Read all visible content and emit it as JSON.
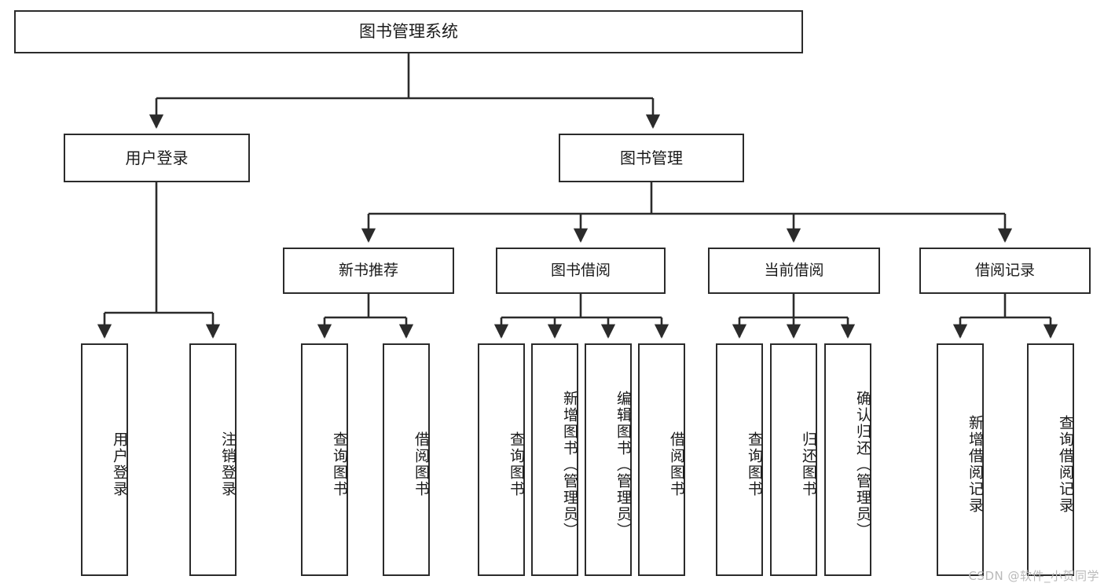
{
  "diagram": {
    "title": "图书管理系统",
    "type": "tree-hierarchy",
    "root": {
      "id": "root",
      "label": "图书管理系统"
    },
    "level2": [
      {
        "id": "user-login",
        "label": "用户登录"
      },
      {
        "id": "book-manage",
        "label": "图书管理"
      }
    ],
    "level3": [
      {
        "id": "new-book-rec",
        "label": "新书推荐",
        "parent": "book-manage"
      },
      {
        "id": "book-borrow",
        "label": "图书借阅",
        "parent": "book-manage"
      },
      {
        "id": "current-borrow",
        "label": "当前借阅",
        "parent": "book-manage"
      },
      {
        "id": "borrow-record",
        "label": "借阅记录",
        "parent": "book-manage"
      }
    ],
    "leaves": [
      {
        "id": "leaf-user-login",
        "label": "用户登录",
        "parent": "user-login"
      },
      {
        "id": "leaf-logout",
        "label": "注销登录",
        "parent": "user-login"
      },
      {
        "id": "leaf-query-book-1",
        "label": "查询图书",
        "parent": "new-book-rec"
      },
      {
        "id": "leaf-borrow-book-1",
        "label": "借阅图书",
        "parent": "new-book-rec"
      },
      {
        "id": "leaf-query-book-2",
        "label": "查询图书",
        "parent": "book-borrow"
      },
      {
        "id": "leaf-add-book",
        "label": "新增图书（管理员）",
        "parent": "book-borrow"
      },
      {
        "id": "leaf-edit-book",
        "label": "编辑图书（管理员）",
        "parent": "book-borrow"
      },
      {
        "id": "leaf-borrow-book-2",
        "label": "借阅图书",
        "parent": "book-borrow"
      },
      {
        "id": "leaf-query-book-3",
        "label": "查询图书",
        "parent": "current-borrow"
      },
      {
        "id": "leaf-return-book",
        "label": "归还图书",
        "parent": "current-borrow"
      },
      {
        "id": "leaf-confirm-return",
        "label": "确认归还（管理员）",
        "parent": "current-borrow"
      },
      {
        "id": "leaf-add-record",
        "label": "新增借阅记录",
        "parent": "borrow-record"
      },
      {
        "id": "leaf-query-record",
        "label": "查询借阅记录",
        "parent": "borrow-record"
      }
    ]
  },
  "colors": {
    "stroke": "#2b2b2b",
    "fill": "#ffffff",
    "text": "#1a1a1a",
    "watermark": "#b9b9b9"
  },
  "watermark": {
    "text": "CSDN @软件_小贺同学"
  }
}
